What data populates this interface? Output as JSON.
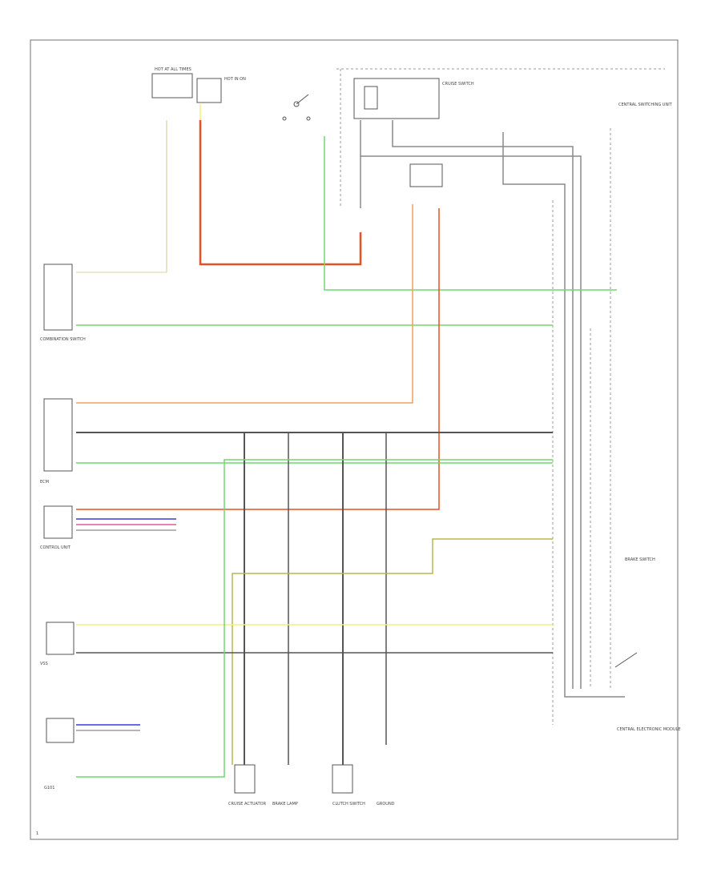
{
  "title": "",
  "colors": {
    "red_wire": "#e8501e",
    "orange_wire": "#f0a060",
    "green_wire": "#6fd96f",
    "yellow_wire": "#f2ef7a",
    "olive_wire": "#b9b64e",
    "blue_wire": "#3b3bd8",
    "pink_wire": "#e25a9a",
    "black_wire": "#555555",
    "gray_wire": "#8a8a8a",
    "cream_wire": "#e0dcb0",
    "frame": "#888888"
  },
  "labels": {
    "top_fuse_block": "HOT AT ALL TIMES",
    "top_switch": "HOT IN ON",
    "control_switch_label": "CRUISE SWITCH",
    "right_top": "CENTRAL SWITCHING UNIT",
    "combo_switch": "COMBINATION SWITCH",
    "ecm": "ECM",
    "control_unit": "CONTROL UNIT",
    "vss": "VSS",
    "brake_switch": "BRAKE SWITCH",
    "central_unit": "CENTRAL ELECTRONIC MODULE",
    "ground_left": "G101",
    "bottom_1": "CRUISE ACTUATOR",
    "bottom_2": "BRAKE LAMP",
    "bottom_3": "CLUTCH SWITCH",
    "bottom_4": "GROUND",
    "footer": "1"
  }
}
